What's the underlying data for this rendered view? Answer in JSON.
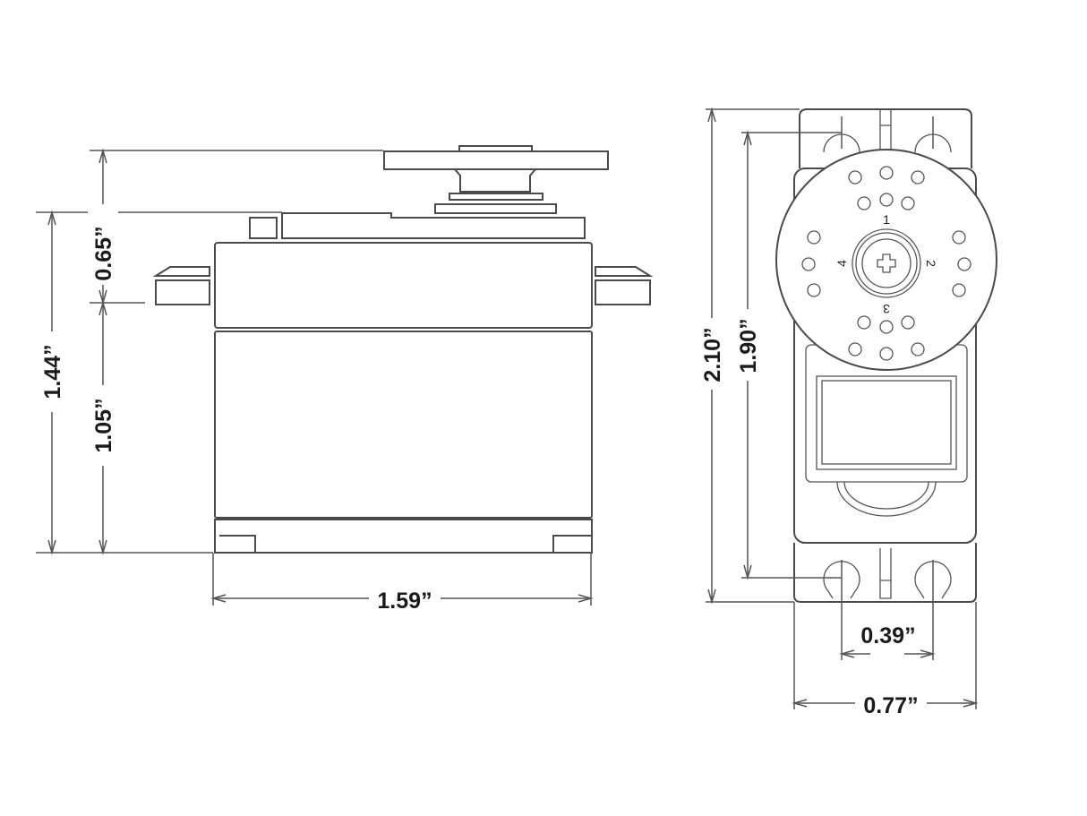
{
  "side_view": {
    "dimensions": {
      "horn_height": "0.65”",
      "total_height": "1.44”",
      "body_height": "1.05”",
      "body_length": "1.59”"
    }
  },
  "front_view": {
    "dimensions": {
      "overall_length": "2.10”",
      "mount_hole_spacing": "1.90”",
      "hole_spacing_width": "0.39”",
      "body_width": "0.77”"
    },
    "horn_arm_numbers": [
      "1",
      "2",
      "3",
      "4"
    ]
  }
}
